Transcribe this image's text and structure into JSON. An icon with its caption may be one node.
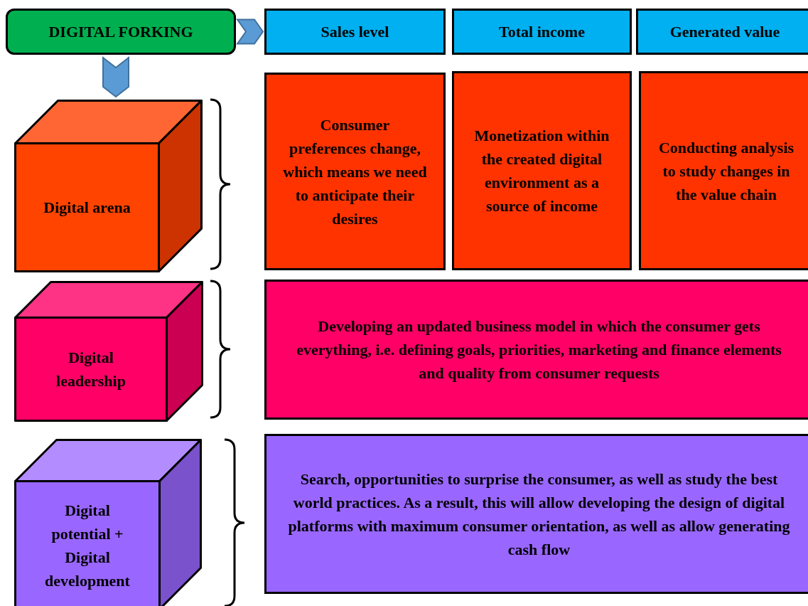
{
  "diagram": {
    "nodes": [
      {
        "text": [
          "DIGITAL FORKING"
        ]
      },
      {
        "text": [
          "Sales level"
        ]
      },
      {
        "text": [
          "Total income"
        ]
      },
      {
        "text": [
          "Generated value"
        ]
      },
      {
        "text": [
          "Digital arena"
        ]
      },
      {
        "text": [
          "Consumer preferences change, which means we need to anticipate their desires"
        ]
      },
      {
        "text": [
          "Monetization within the created digital environment as a source of income"
        ]
      },
      {
        "text": [
          "Conducting analysis to study changes in the value chain"
        ]
      },
      {
        "text": [
          "Digital leadership"
        ]
      },
      {
        "text": [
          "Developing an updated business model in which the consumer gets everything, i.e. defining goals, priorities, marketing and finance elements and quality from consumer requests"
        ]
      },
      {
        "text": [
          "Digital potential + Digital development"
        ]
      },
      {
        "text": [
          "Search, opportunities to surprise the consumer, as well as study the best world practices. As a result, this will allow developing the design of digital platforms with maximum consumer orientation, as well as allow generating cash flow"
        ]
      }
    ],
    "edges": [
      {
        "from": 0,
        "to": 1,
        "arrow": "to"
      },
      {
        "from": 0,
        "to": 4,
        "arrow": "to"
      }
    ]
  }
}
